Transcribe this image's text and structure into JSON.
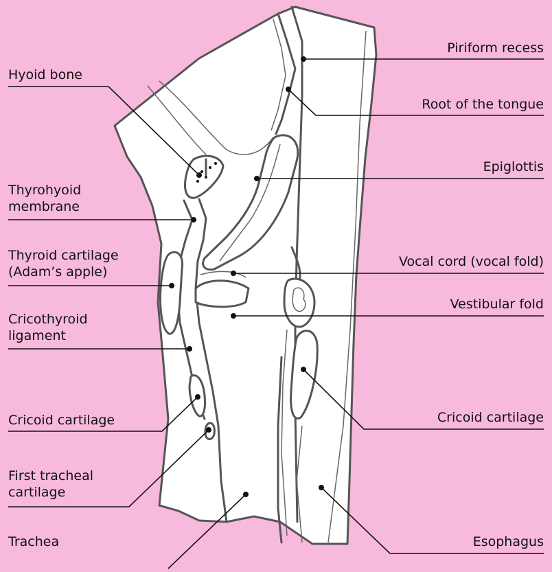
{
  "background_color": "#f7b9dc",
  "labels": {
    "left": {
      "hyoid_bone": "Hyoid bone",
      "thyrohyoid_membrane": [
        "Thyrohyoid",
        "membrane"
      ],
      "thyroid_cartilage": [
        "Thyroid cartilage",
        "(Adam’s apple)"
      ],
      "cricothyroid_ligament": [
        "Cricothyroid",
        "ligament"
      ],
      "cricoid_cartilage": "Cricoid cartilage",
      "first_tracheal_cartilage": [
        "First tracheal",
        "cartilage"
      ],
      "trachea": "Trachea"
    },
    "right": {
      "piriform_recess": "Piriform recess",
      "root_of_tongue": "Root of the tongue",
      "epiglottis": "Epiglottis",
      "vocal_cord": "Vocal cord (vocal fold)",
      "vestibular_fold": "Vestibular fold",
      "cricoid_cartilage": "Cricoid cartilage",
      "esophagus": "Esophagus"
    }
  }
}
